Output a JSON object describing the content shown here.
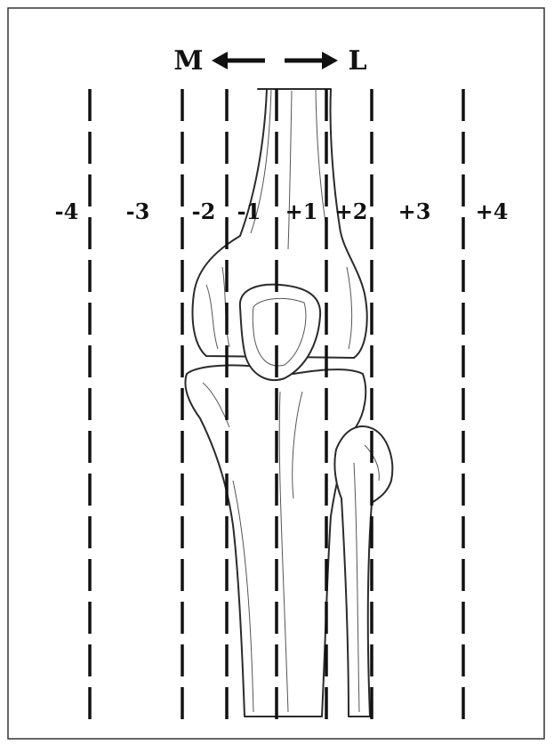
{
  "direction": {
    "medial": "M",
    "lateral": "L"
  },
  "zones": [
    {
      "label": "-4"
    },
    {
      "label": "-3"
    },
    {
      "label": "-2"
    },
    {
      "label": "-1"
    },
    {
      "label": "+1"
    },
    {
      "label": "+2"
    },
    {
      "label": "+3"
    },
    {
      "label": "+4"
    }
  ],
  "colors": {
    "ink": "#111111",
    "frame": "#333333",
    "background": "#ffffff"
  }
}
